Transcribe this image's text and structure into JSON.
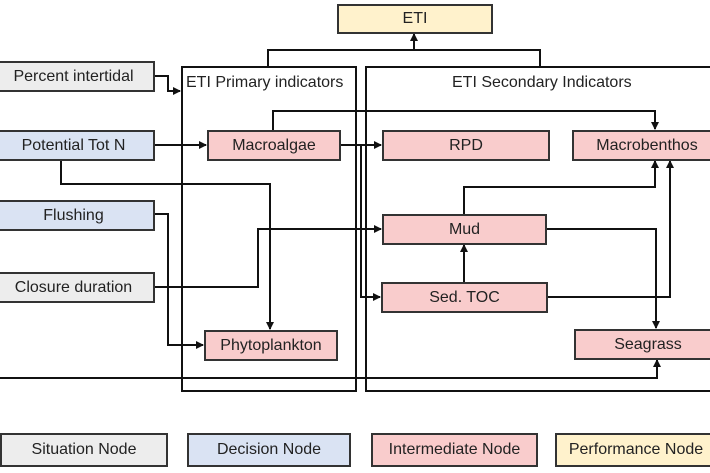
{
  "nodes": {
    "eti": "ETI",
    "percent_intertidal": "Percent intertidal",
    "potential_tot_n": "Potential Tot N",
    "flushing": "Flushing",
    "closure_duration": "Closure duration",
    "macroalgae": "Macroalgae",
    "phytoplankton": "Phytoplankton",
    "rpd": "RPD",
    "macrobenthos": "Macrobenthos",
    "mud": "Mud",
    "sed_toc": "Sed. TOC",
    "seagrass": "Seagrass"
  },
  "groups": {
    "primary": "ETI Primary indicators",
    "secondary": "ETI Secondary Indicators"
  },
  "legend": {
    "situation": "Situation Node",
    "decision": "Decision Node",
    "intermediate": "Intermediate Node",
    "performance": "Performance Node"
  },
  "colors": {
    "situation": "#ededed",
    "decision": "#dae3f3",
    "intermediate": "#f9cccc",
    "performance": "#fff2cc"
  }
}
